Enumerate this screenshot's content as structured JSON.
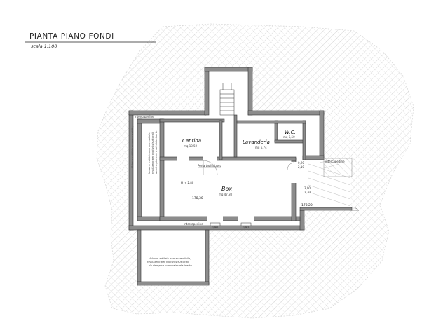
{
  "header": {
    "title": "PIANTA PIANO FONDI",
    "scale": "scala 1:100"
  },
  "rooms": {
    "cantina": {
      "name": "Cantina",
      "area": "mq 13,59"
    },
    "lavanderia": {
      "name": "Lavanderia",
      "area": "mq 6,74"
    },
    "wc": {
      "name": "W.C.",
      "area": "mq 6,50"
    },
    "box": {
      "name": "Box",
      "area": "mq 47,80"
    }
  },
  "labels": {
    "intercapedine_top": "intercapedine",
    "intercapedine_bottom": "intercapedine",
    "porta_tagliafuoco": "Porta tagliafuoco",
    "height": "H m 2,80",
    "level_left": "178,30",
    "level_right": "178,20",
    "opening_v": "0,90",
    "opening_v2": "2,10",
    "opening_r1": "3,00",
    "opening_r2": "2,30",
    "win1": "0,90",
    "win2": "0,90",
    "volume_left": [
      "Volume edilizio non accessibile,",
      "realizzato per motivi strutturali,",
      "da riempire con materiale inerte"
    ],
    "volume_bottom": [
      "Volume edilizio non accessibile,",
      "realizzato per motivi strutturali,",
      "da riempire con materiale inerte"
    ],
    "volume_mid": [
      "Volume edilizio non accessibile,",
      "realizzato per motivi strutturali,",
      "da riempire con materiale inerte"
    ]
  },
  "colors": {
    "wall": "#8c8c8c",
    "wall_edge": "#333333",
    "hatch": "#c4c4c4",
    "ink": "#222222"
  }
}
